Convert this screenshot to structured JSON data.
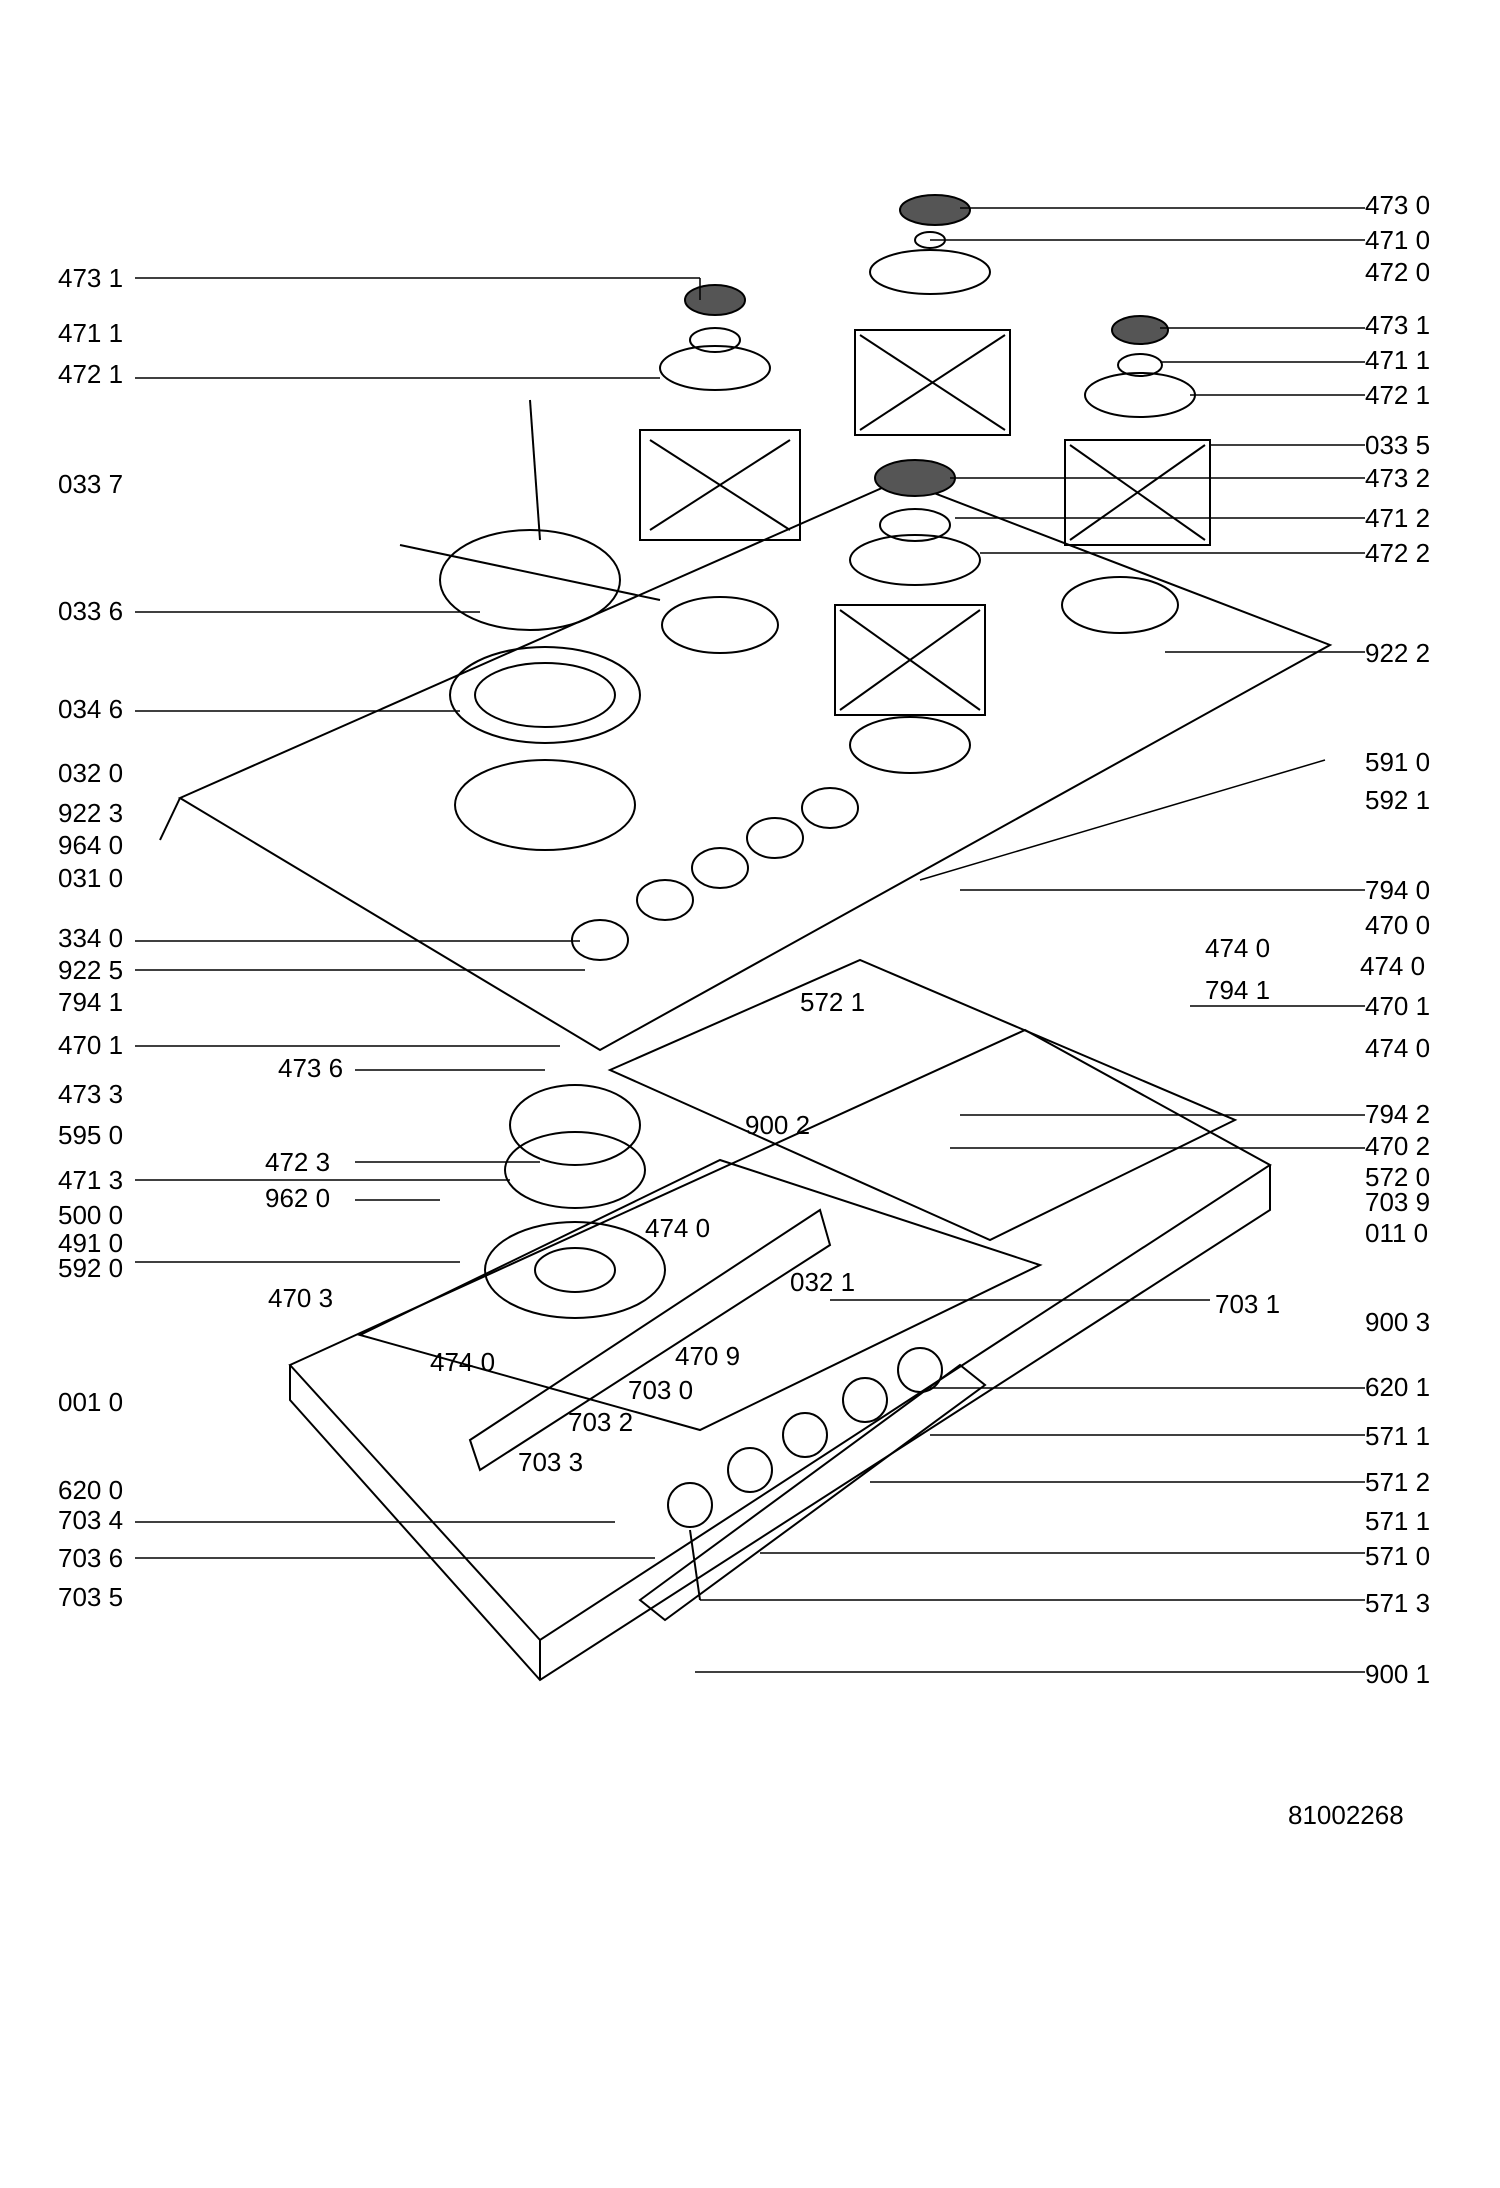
{
  "labels_left": [
    "473 1",
    "471 1",
    "472 1",
    "033 7",
    "033 6",
    "034 6",
    "032 0",
    "922 3",
    "964 0",
    "031 0",
    "334 0",
    "922 5",
    "794 1",
    "470 1",
    "473 6",
    "473 3",
    "595 0",
    "472 3",
    "471 3",
    "962 0",
    "500 0",
    "491 0",
    "592 0",
    "470 3",
    "474 0",
    "001 0",
    "620 0",
    "703 4",
    "703 6",
    "703 5"
  ],
  "labels_right": [
    "473 0",
    "471 0",
    "472 0",
    "473 1",
    "471 1",
    "472 1",
    "033 5",
    "473 2",
    "471 2",
    "472 2",
    "922 2",
    "591 0",
    "592 1",
    "794 0",
    "470 0",
    "474 0",
    "474 0",
    "794 1",
    "470 1",
    "474 0",
    "794 2",
    "470 2",
    "572 0",
    "703 9",
    "011 0",
    "703 1",
    "900 3",
    "620 1",
    "571 1",
    "571 2",
    "571 1",
    "571 0",
    "571 3",
    "900 1"
  ],
  "labels_inner": [
    "572 1",
    "900 2",
    "474 0",
    "032 1",
    "470 9",
    "703 0",
    "703 2",
    "703 3"
  ],
  "document_number": "81002268"
}
